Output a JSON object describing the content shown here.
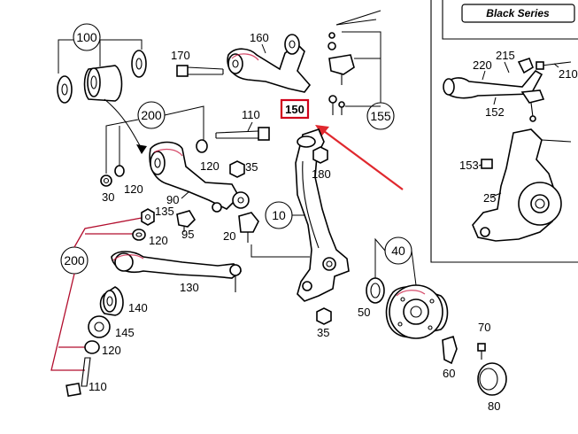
{
  "inset": {
    "badge": "Black Series",
    "labels": [
      "220",
      "215",
      "210",
      "152",
      "153",
      "25"
    ]
  },
  "callouts": {
    "circled": [
      "100",
      "200",
      "155",
      "10",
      "40",
      "200"
    ],
    "plain": [
      "160",
      "170",
      "110",
      "30",
      "120",
      "120",
      "35",
      "180",
      "90",
      "135",
      "120",
      "95",
      "20",
      "130",
      "140",
      "145",
      "120",
      "110",
      "50",
      "35",
      "70",
      "60",
      "80"
    ]
  },
  "highlight": {
    "label": "150",
    "box_color": "#d0021b",
    "arrow_color": "#e0282e"
  }
}
